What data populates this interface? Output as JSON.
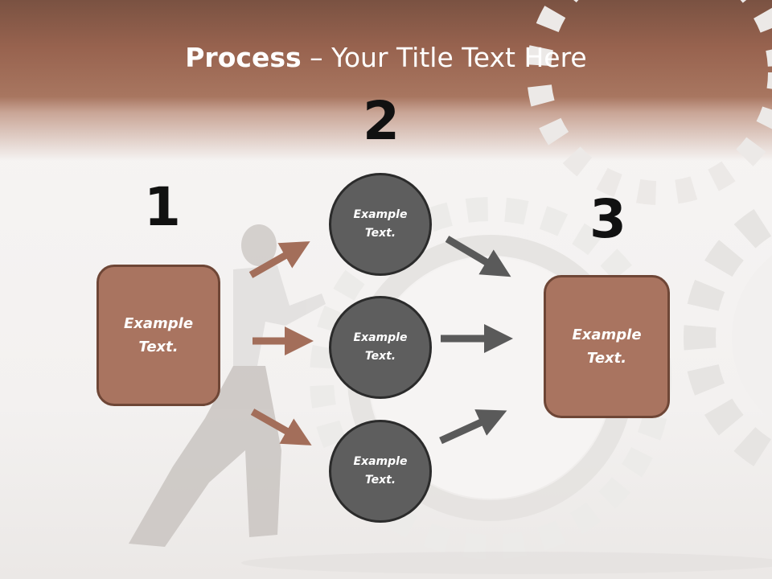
{
  "title": {
    "bold": "Process",
    "rest": " – Your Title Text Here"
  },
  "steps": {
    "one": "1",
    "two": "2",
    "three": "3"
  },
  "boxes": {
    "left": "Example\nText.",
    "right": "Example\nText."
  },
  "circles": {
    "top": "Example\nText.",
    "middle": "Example\nText.",
    "bottom": "Example\nText."
  },
  "colors": {
    "header": "#98634f",
    "box_fill": "#a97460",
    "box_border": "#6e4636",
    "circle_fill": "#5e5e5e",
    "circle_border": "#2b2b2b",
    "arrow_brown": "#a36e5a",
    "arrow_gray": "#5a5a5a"
  }
}
